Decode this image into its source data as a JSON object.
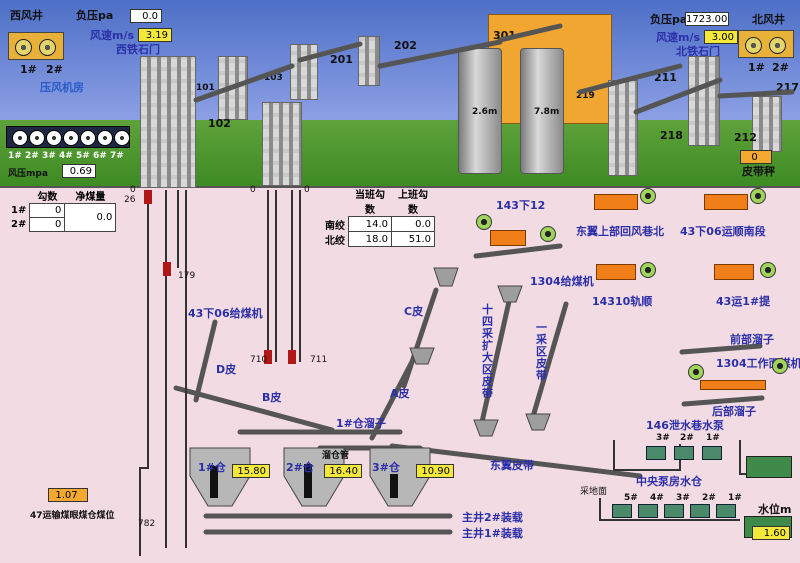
{
  "west_shaft": {
    "title": "西风井",
    "neg_pressure_label": "负压pa",
    "neg_pressure": "0.0",
    "wind_speed_label": "风速m/s",
    "wind_speed": "3.19",
    "gate_label": "西铁石门",
    "fan1": "1#",
    "fan2": "2#",
    "compressor_label": "压风机房",
    "fans": [
      "1#",
      "2#",
      "3#",
      "4#",
      "5#",
      "6#",
      "7#"
    ],
    "air_pressure_label": "风压mpa",
    "air_pressure": "0.69"
  },
  "north_shaft": {
    "title": "北风井",
    "neg_pressure_label": "负压pa",
    "neg_pressure": "1723.00",
    "wind_speed_label": "风速m/s",
    "wind_speed": "3.00",
    "gate_label": "北铁石门",
    "fan1": "1#",
    "fan2": "2#"
  },
  "buildings": {
    "b101": "101",
    "b102": "102",
    "b103": "103",
    "b201": "201",
    "b202": "202",
    "b211": "211",
    "b212": "212",
    "b217": "217",
    "b218": "218",
    "b219": "219",
    "b301": "301",
    "silo1": "2.6m",
    "silo2": "7.8m"
  },
  "belt_scale": {
    "label": "皮带秤",
    "value": "0"
  },
  "hook_table": {
    "col1": "勾数",
    "col2": "净煤量",
    "rows": [
      {
        "name": "1#",
        "count": "0",
        "coal": "0.0"
      },
      {
        "name": "2#",
        "count": "0",
        "coal": ""
      }
    ]
  },
  "shift_table": {
    "col1": "当班勾数",
    "col2": "上班勾数",
    "rows": [
      {
        "name": "南绞",
        "cur": "14.0",
        "prev": "0.0"
      },
      {
        "name": "北绞",
        "cur": "18.0",
        "prev": "51.0"
      }
    ]
  },
  "shaft_labels": {
    "s26": "26",
    "s179": "179",
    "s710": "710",
    "s711": "711",
    "s782": "782",
    "zero1": "0",
    "zero2": "0",
    "zero3": "0"
  },
  "equipment": {
    "feeder_43_6": "43下06给煤机",
    "d_belt": "D皮",
    "b_belt": "B皮",
    "c_belt": "C皮",
    "a_belt": "A皮",
    "bin_head_1": "1#仓溜子",
    "belt_14_extra": "十四采扩大区皮带",
    "belt_1_area": "一采区皮带",
    "feeder_1304": "1304给煤机",
    "e143_12": "143下12",
    "east_upper": "东翼上部回风巷北",
    "e43_06_transport": "43下06运顺南段",
    "e14310": "14310轨顺",
    "e43_1": "43运1#提",
    "front_slide": "前部溜子",
    "face_1304": "1304工作面煤机",
    "rear_slide": "后部溜子",
    "east_belt": "东翼皮带",
    "bin1": "1#仓",
    "bin2": "2#仓",
    "bin3": "3#仓",
    "bin1_level": "15.80",
    "bin2_level": "16.40",
    "bin3_level": "10.90",
    "bin_mid_label": "溜仓管",
    "main_shaft_2": "主井2#装载",
    "main_shaft_1": "主井1#装载",
    "bin47_value": "1.07",
    "bin47_label": "47运输煤眼煤仓煤位",
    "pump146": "146泄水巷水泵",
    "pump146_ids": [
      "3#",
      "2#",
      "1#"
    ],
    "pump_room": "中央泵房水仓",
    "pump_room_ids": [
      "5#",
      "4#",
      "3#",
      "2#",
      "1#"
    ],
    "pump_room_tag": "采地面",
    "water_level_label": "水位m",
    "water_level": "1.60"
  }
}
